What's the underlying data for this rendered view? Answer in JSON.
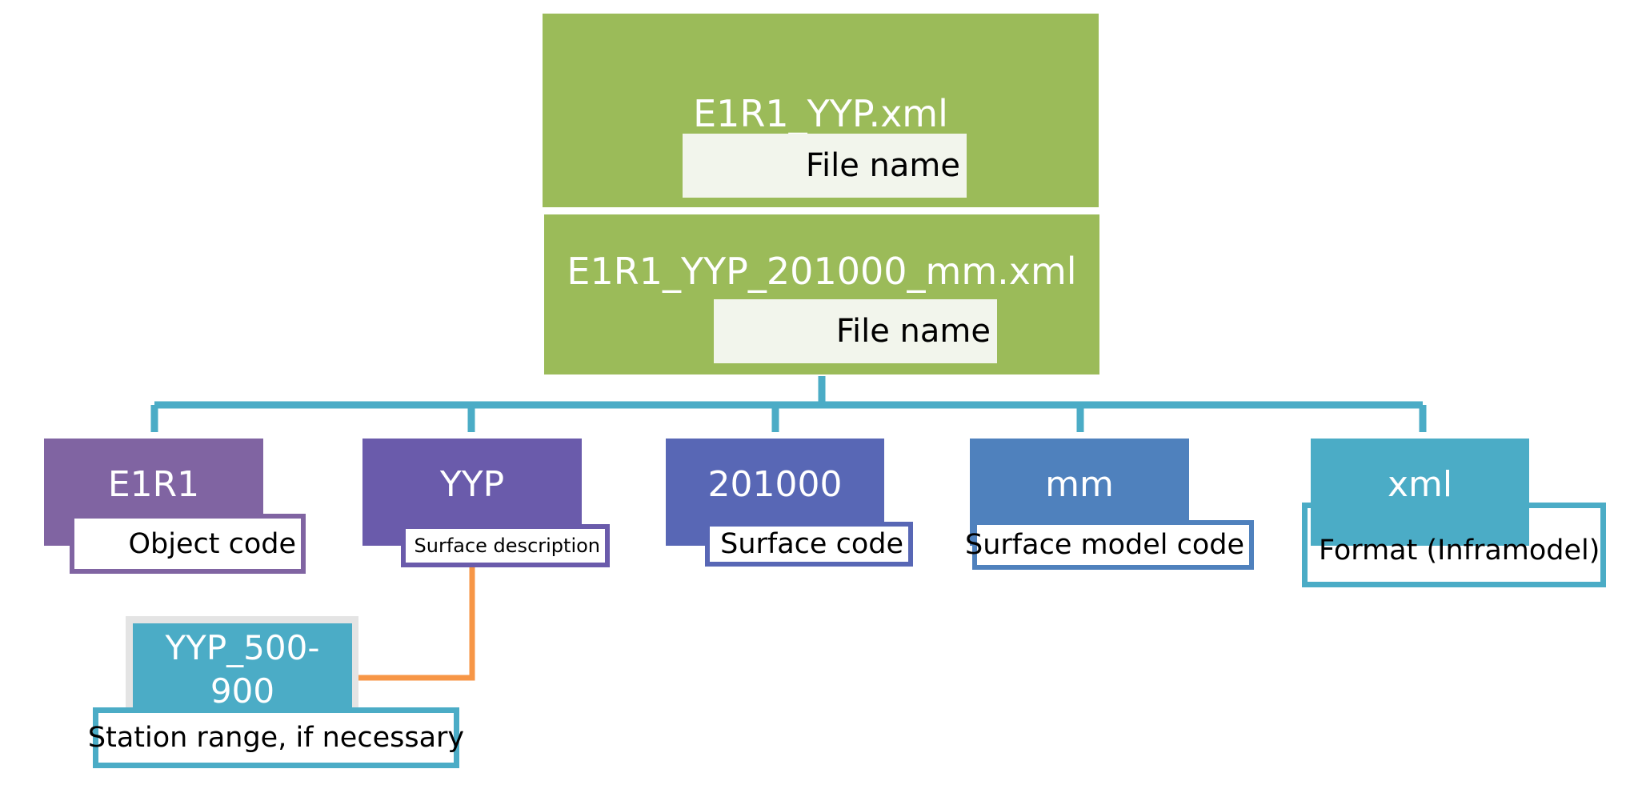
{
  "header1": {
    "title": "E1R1_YYP.xml",
    "label": "File name"
  },
  "header2": {
    "title": "E1R1_YYP_201000_mm.xml",
    "label": "File name"
  },
  "parts": [
    {
      "code": "E1R1",
      "caption": "Object code",
      "color": "#8064a2"
    },
    {
      "code": "YYP",
      "caption": "Surface description",
      "color": "#6a5bab"
    },
    {
      "code": "201000",
      "caption": "Surface code",
      "color": "#5867b5"
    },
    {
      "code": "mm",
      "caption": "Surface model code",
      "color": "#4f81bd"
    },
    {
      "code": "xml",
      "caption": "Format (Inframodel)",
      "color": "#4bacc6"
    }
  ],
  "station": {
    "code": "YYP_500-900",
    "code_line1": "YYP_500-",
    "code_line2": "900",
    "caption": "Station range, if necessary",
    "color": "#4bacc6"
  },
  "colors": {
    "header": "#9bbb59",
    "connector": "#4bacc6",
    "station_connector": "#f79646"
  }
}
